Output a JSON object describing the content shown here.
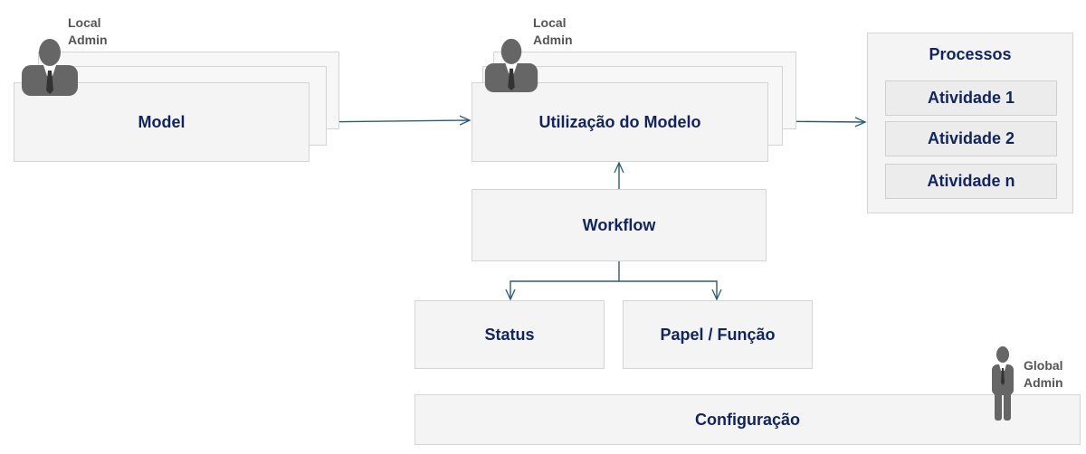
{
  "admins": {
    "model_admin": {
      "line1": "Local",
      "line2": "Admin"
    },
    "usage_admin": {
      "line1": "Local",
      "line2": "Admin"
    },
    "config_admin": {
      "line1": "Global",
      "line2": "Admin"
    }
  },
  "nodes": {
    "model": "Model",
    "usage": "Utilização do Modelo",
    "workflow": "Workflow",
    "status": "Status",
    "role": "Papel / Função",
    "config": "Configuração"
  },
  "processes": {
    "title": "Processos",
    "activities": [
      "Atividade 1",
      "Atividade 2",
      "Atividade n"
    ]
  },
  "colors": {
    "text": "#12245e",
    "arrow": "#2c5b78",
    "box_fill": "#f4f4f4",
    "box_border": "#d4d4d4",
    "person": "#666666"
  }
}
